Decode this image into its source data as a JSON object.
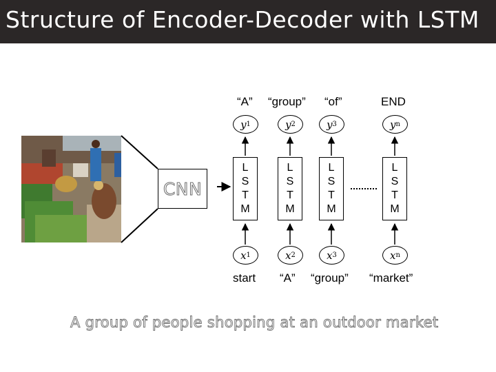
{
  "title": "Structure of Encoder-Decoder with LSTM",
  "image_description_alt": "",
  "cnn_label": "CNN",
  "lstm_label": "L\nS\nT\nM",
  "outputs": [
    {
      "word": "“A”",
      "node": "y",
      "sub": "1"
    },
    {
      "word": "“group”",
      "node": "y",
      "sub": "2"
    },
    {
      "word": "“of”",
      "node": "y",
      "sub": "3"
    },
    {
      "word": "END",
      "node": "y",
      "sub": "n"
    }
  ],
  "inputs": [
    {
      "word": "start",
      "node": "x",
      "sub": "1"
    },
    {
      "word": "“A”",
      "node": "x",
      "sub": "2"
    },
    {
      "word": "“group”",
      "node": "x",
      "sub": "3"
    },
    {
      "word": "“market”",
      "node": "x",
      "sub": "n"
    }
  ],
  "caption": "A group of people shopping at an outdoor market"
}
